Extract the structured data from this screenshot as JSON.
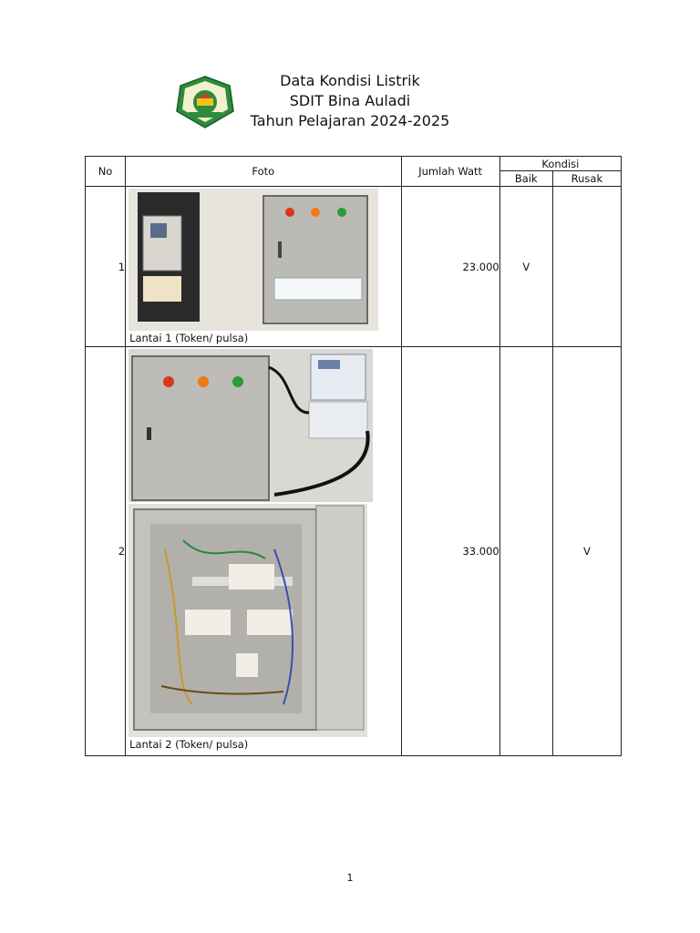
{
  "header": {
    "title_line1": "Data Kondisi Listrik",
    "title_line2": "SDIT Bina Auladi",
    "title_line3": "Tahun Pelajaran 2024-2025"
  },
  "table": {
    "columns": {
      "no": "No",
      "foto": "Foto",
      "watt": "Jumlah Watt",
      "kondisi": "Kondisi",
      "baik": "Baik",
      "rusak": "Rusak"
    },
    "rows": [
      {
        "no": "1",
        "caption": "Lantai 1 (Token/ pulsa)",
        "watt": "23.000",
        "baik": "V",
        "rusak": ""
      },
      {
        "no": "2",
        "caption": "Lantai 2 (Token/ pulsa)",
        "watt": "33.000",
        "baik": "",
        "rusak": "V"
      }
    ]
  },
  "footer": {
    "page_number": "1"
  },
  "icons": [
    "school-logo-icon"
  ]
}
